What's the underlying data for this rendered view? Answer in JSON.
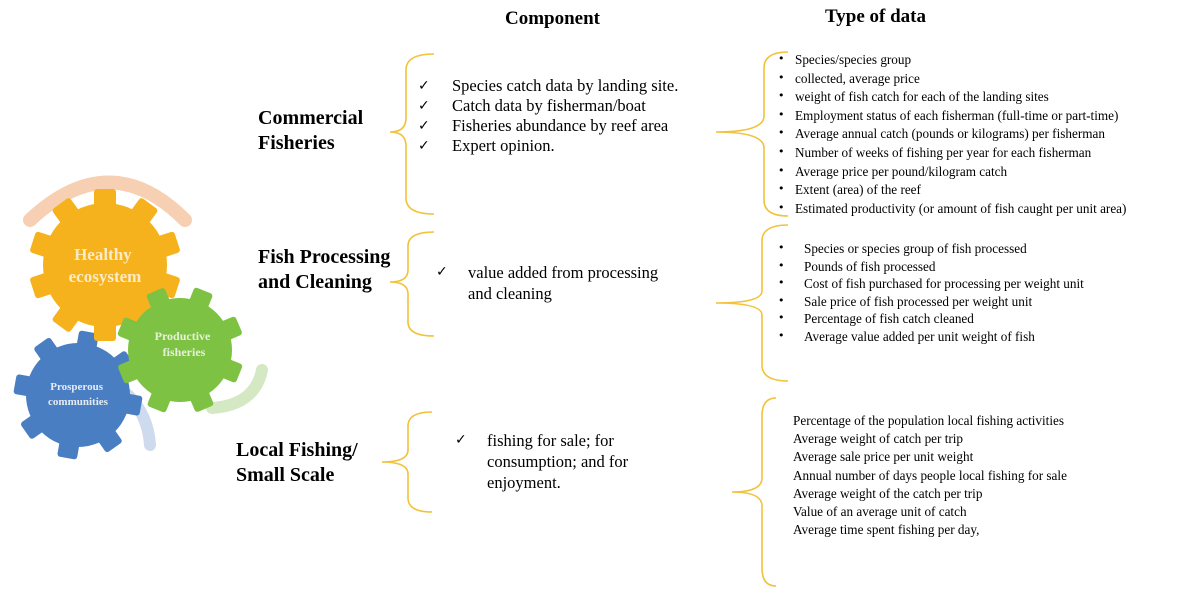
{
  "headers": {
    "component": "Component",
    "type_of_data": "Type of data"
  },
  "gears": {
    "healthy": "Healthy ecosystem",
    "productive": "Productive fisheries",
    "prosperous": "Prosperous communities",
    "colors": {
      "healthy": "#f6b21c",
      "productive": "#7dc242",
      "prosperous": "#4a7ec2",
      "arc": "#f6c7a5"
    }
  },
  "rows": [
    {
      "category": "Commercial Fisheries",
      "components": [
        "Species catch data by landing site.",
        "Catch data by fisherman/boat",
        "Fisheries abundance by reef area",
        "Expert opinion."
      ],
      "data_types": [
        "Species/species group",
        "collected, average price",
        "weight of fish catch for each of the landing sites",
        "Employment status of each fisherman (full-time or part-time)",
        "Average annual catch (pounds or kilograms) per fisherman",
        "Number of weeks of fishing per year for each fisherman",
        "Average price per pound/kilogram catch",
        "Extent (area) of the reef",
        "Estimated productivity (or amount of fish caught per unit area)"
      ]
    },
    {
      "category": "Fish Processing and Cleaning",
      "components": [
        "value added from processing and cleaning"
      ],
      "data_types": [
        "Species or species group of fish processed",
        "Pounds of fish processed",
        "Cost of fish purchased for processing per weight unit",
        "Sale price of fish processed per weight unit",
        "Percentage of fish catch cleaned",
        "Average value added per unit weight of fish"
      ]
    },
    {
      "category": "Local Fishing/ Small Scale",
      "components": [
        "fishing for sale; for consumption; and for enjoyment."
      ],
      "data_types": [
        "Percentage of the population local fishing activities",
        "Average weight of catch per trip",
        "Average sale price per unit weight",
        "Annual number of days people local fishing for sale",
        "Average weight of the catch per trip",
        "Value of an average unit of catch",
        "Average time spent fishing per day,"
      ]
    }
  ],
  "checkmark": "✓",
  "bullet": "•",
  "accent_color": "#f2c23a"
}
